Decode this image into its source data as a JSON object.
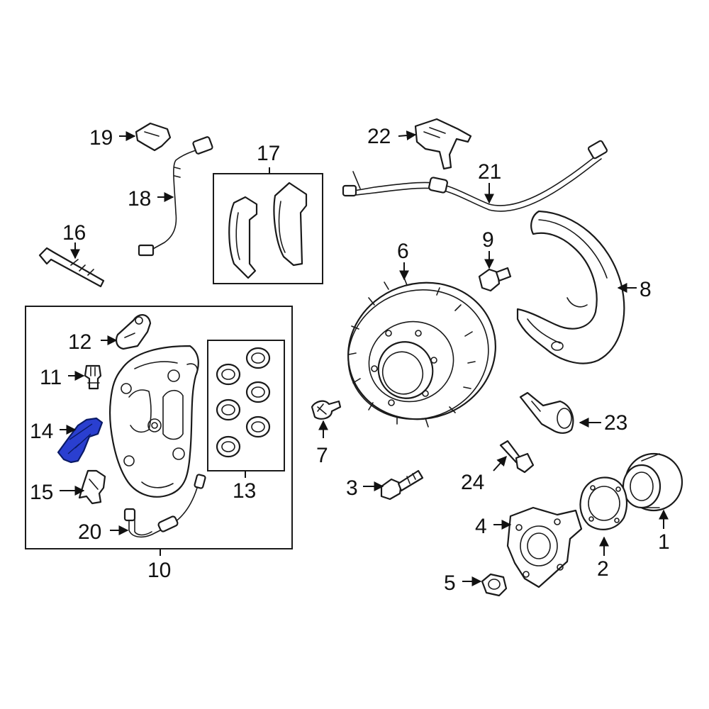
{
  "diagram": {
    "highlight_color": "#2a3fd0",
    "callouts": {
      "c1": "1",
      "c2": "2",
      "c3": "3",
      "c4": "4",
      "c5": "5",
      "c6": "6",
      "c7": "7",
      "c8": "8",
      "c9": "9",
      "c10": "10",
      "c11": "11",
      "c12": "12",
      "c13": "13",
      "c14": "14",
      "c15": "15",
      "c16": "16",
      "c17": "17",
      "c18": "18",
      "c19": "19",
      "c20": "20",
      "c21": "21",
      "c22": "22",
      "c23": "23",
      "c24": "24"
    },
    "highlighted_part": "14"
  }
}
